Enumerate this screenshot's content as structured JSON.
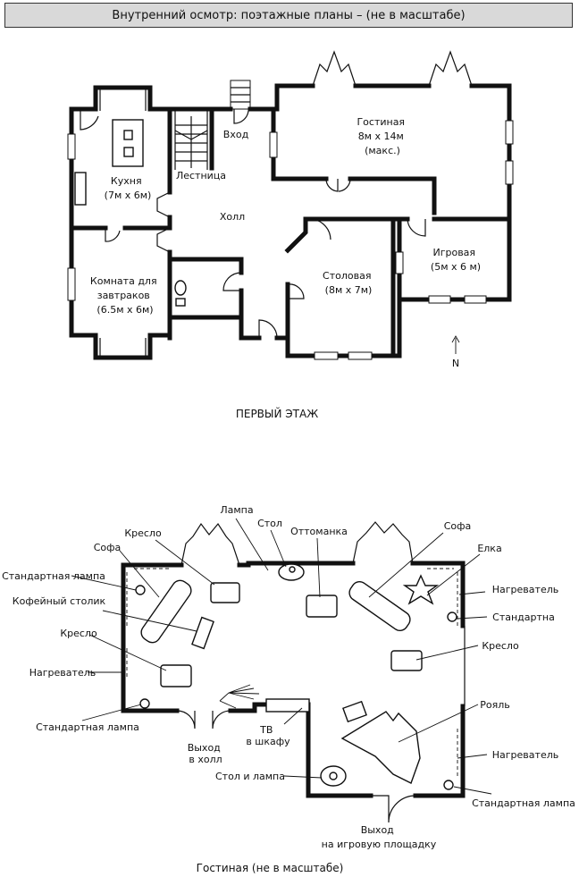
{
  "header": {
    "title": "Внутренний осмотр: поэтажные планы – (не в масштабе)"
  },
  "ground_floor": {
    "caption": "ПЕРВЫЙ ЭТАЖ",
    "rooms": {
      "kitchen": [
        "Кухня",
        "(7м х 6м)"
      ],
      "breakfast": [
        "Комната для",
        "завтраков",
        "(6.5м х 6м)"
      ],
      "stairs": [
        "Лестница"
      ],
      "entrance": [
        "Вход"
      ],
      "hall": [
        "Холл"
      ],
      "living": [
        "Гостиная",
        "8м х 14м",
        "(макс.)"
      ],
      "dining": [
        "Столовая",
        "(8м х 7м)"
      ],
      "playroom": [
        "Игровая",
        "(5м х 6 м)"
      ]
    },
    "north": "N"
  },
  "living_room": {
    "caption": "Гостиная (не в масштабе)",
    "labels": {
      "lamp": "Лампа",
      "table": "Стол",
      "ottoman": "Оттоманка",
      "sofa_right": "Софа",
      "armchair_top": "Кресло",
      "sofa_left": "Софа",
      "floor_lamp_top_left": "Стандартная лампа",
      "coffee_table": "Кофейный столик",
      "armchair_left": "Кресло",
      "heater_left": "Нагреватель",
      "floor_lamp_bottom_left": "Стандартная лампа",
      "tree": "Елка",
      "heater_right_top": "Нагреватель",
      "floor_lamp_right": "Стандартна",
      "armchair_right": "Кресло",
      "piano": "Рояль",
      "heater_right_bottom": "Нагреватель",
      "floor_lamp_bottom_right": "Стандартная лампа",
      "exit_hall": [
        "Выход",
        "в холл"
      ],
      "tv": [
        "ТВ",
        "в шкафу"
      ],
      "table_lamp": "Стол и лампа",
      "exit_play": [
        "Выход",
        "на игровую площадку"
      ]
    }
  }
}
